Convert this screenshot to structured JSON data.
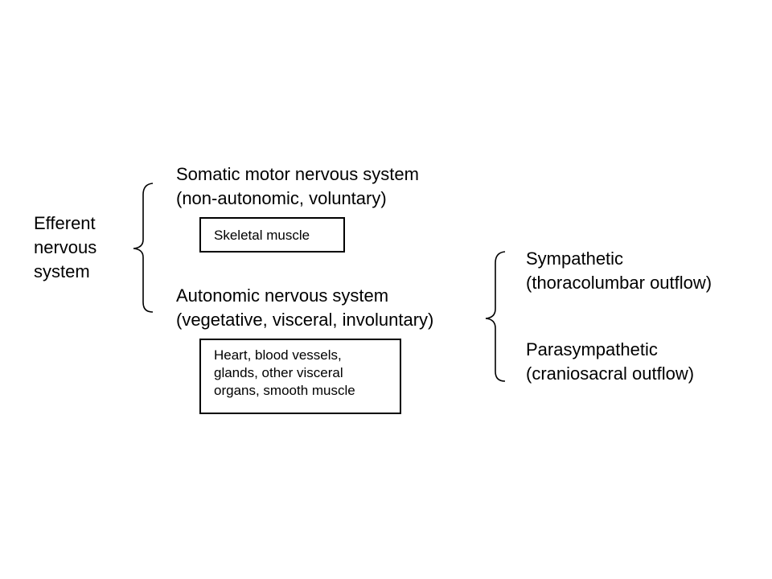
{
  "root": {
    "lines": [
      "Efferent",
      "nervous",
      "system"
    ]
  },
  "somatic": {
    "title": "Somatic motor nervous system",
    "subtitle": "(non-autonomic, voluntary)",
    "target": "Skeletal muscle"
  },
  "autonomic": {
    "title": "Autonomic nervous system",
    "subtitle": "(vegetative, visceral, involuntary)",
    "target_lines": [
      "Heart, blood vessels,",
      "glands, other visceral",
      "organs, smooth muscle"
    ]
  },
  "sympathetic": {
    "title": "Sympathetic",
    "subtitle": "(thoracolumbar outflow)"
  },
  "parasympathetic": {
    "title": "Parasympathetic",
    "subtitle": "(craniosacral outflow)"
  }
}
